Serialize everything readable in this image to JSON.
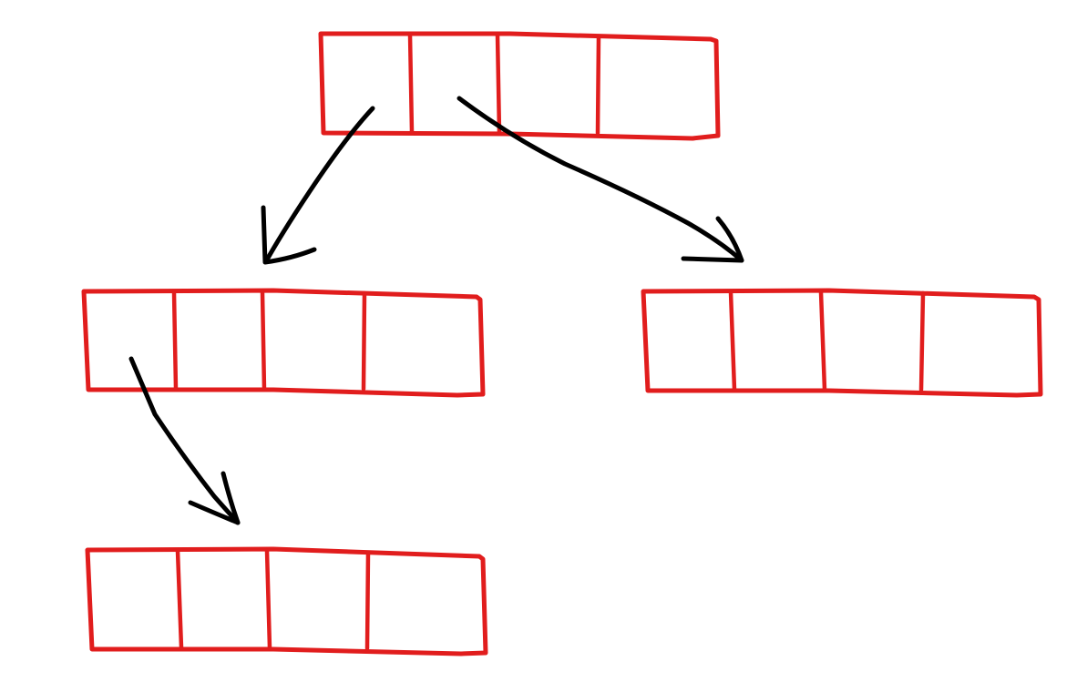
{
  "diagram": {
    "colors": {
      "node_stroke": "#e11d1d",
      "edge_stroke": "#000000",
      "background": "#ffffff"
    },
    "nodes": [
      {
        "id": "root",
        "slots": 4
      },
      {
        "id": "left-child",
        "slots": 4
      },
      {
        "id": "right-child",
        "slots": 4
      },
      {
        "id": "left-grandchild",
        "slots": 4
      }
    ],
    "edges": [
      {
        "from": "root",
        "from_slot": 1,
        "to": "left-child"
      },
      {
        "from": "root",
        "from_slot": 2,
        "to": "right-child"
      },
      {
        "from": "left-child",
        "from_slot": 1,
        "to": "left-grandchild"
      }
    ]
  }
}
